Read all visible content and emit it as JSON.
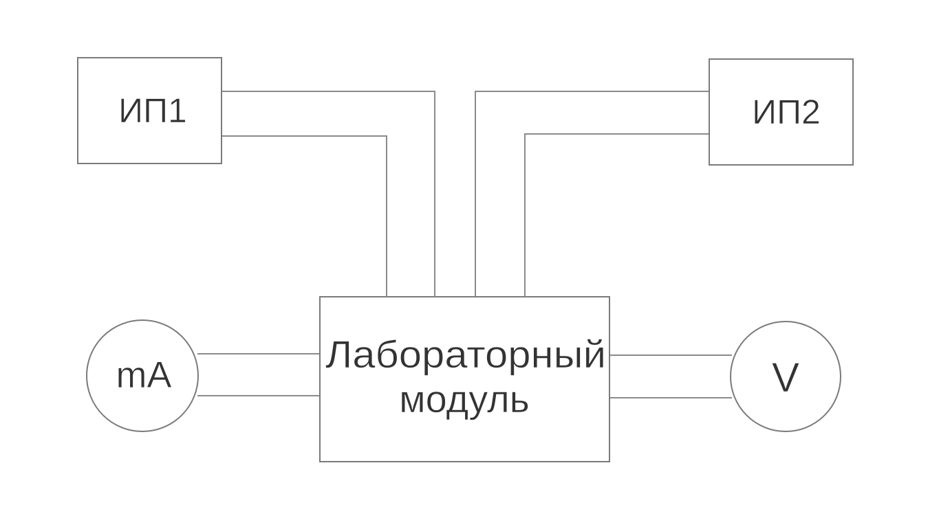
{
  "diagram": {
    "power_supply_1": {
      "label": "ИП1"
    },
    "power_supply_2": {
      "label": "ИП2"
    },
    "lab_module": {
      "label_line1": "Лабораторный",
      "label_line2": "модуль"
    },
    "ammeter": {
      "label": "mA"
    },
    "voltmeter": {
      "label": "V"
    }
  },
  "colors": {
    "stroke": "#7a7a7a",
    "wire": "#8a8a8a",
    "text": "#333333",
    "background": "#ffffff"
  }
}
